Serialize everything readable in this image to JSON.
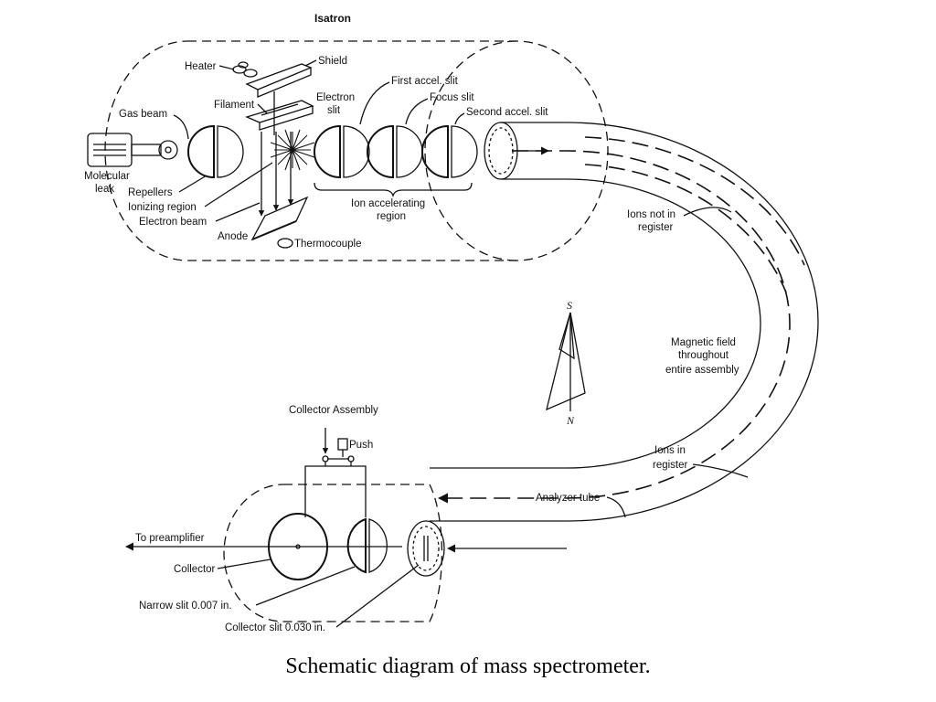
{
  "diagram": {
    "title": "Isatron",
    "labels": {
      "heater": "Heater",
      "shield": "Shield",
      "filament": "Filament",
      "electron_slit": [
        "Electron",
        "slit"
      ],
      "first_accel_slit": "First accel. slit",
      "focus_slit": "Focus slit",
      "second_accel_slit": "Second accel. slit",
      "gas_beam": "Gas beam",
      "molecular_leak": [
        "Molecular",
        "leak"
      ],
      "repellers": "Repellers",
      "ionizing_region": "Ionizing region",
      "electron_beam": "Electron beam",
      "anode": "Anode",
      "thermocouple": "Thermocouple",
      "ion_accelerating_region": [
        "Ion accelerating",
        "region"
      ],
      "ions_not_in_register": [
        "Ions not in",
        "register"
      ],
      "magnetic_field": [
        "Magnetic field",
        "throughout",
        "entire assembly"
      ],
      "compass_s": "S",
      "compass_n": "N",
      "collector_assembly": "Collector Assembly",
      "push": "Push",
      "ions_in_register": [
        "Ions in",
        "register"
      ],
      "analyzer_tube": "Analyzer tube",
      "to_preamplifier": "To preamplifier",
      "collector": "Collector",
      "narrow_slit": "Narrow slit 0.007 in.",
      "collector_slit": "Collector slit 0.030 in."
    },
    "caption": "Schematic diagram of mass spectrometer."
  },
  "colors": {
    "ink": "#111111",
    "background": "#ffffff"
  }
}
